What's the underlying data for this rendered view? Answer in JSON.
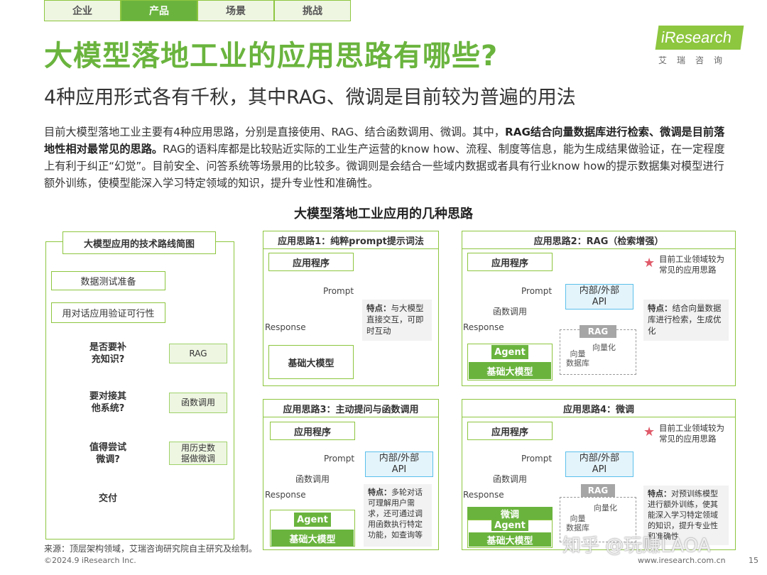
{
  "tabs": [
    "企业",
    "产品",
    "场景",
    "挑战"
  ],
  "active_tab": "产品",
  "brand": {
    "name": "iResearch",
    "sub": "艾瑞咨询",
    "color": "#8dc63f"
  },
  "title": "大模型落地工业的应用思路有哪些?",
  "subtitle": "4种应用形式各有千秋，其中RAG、微调是目前较为普遍的用法",
  "paragraph": {
    "p1": "目前大模型落地工业主要有4种应用思路，分别是直接使用、RAG、结合函数调用、微调。其中，",
    "p1_bold": "RAG结合向量数据库进行检索、微调是目前落地性相对最常见的思路。",
    "p2": "RAG的语料库都是比较贴近实际的工业生产运营的know how、流程、制度等信息，能为生成结果做验证，在一定程度上有利于纠正“幻觉”。目前安全、问答系统等场景用的比较多。微调则是会结合一些域内数据或者具有行业know how的提示数据集对模型进行额外训练，使模型能深入学习特定领域的知识，提升专业性和准确性。"
  },
  "diagram_title": "大模型落地工业应用的几种思路",
  "roadmap": {
    "title": "大模型应用的技术路线简图",
    "steps": [
      "数据测试准备",
      "用对话应用验证可行性"
    ],
    "decisions": [
      "是否要补充知识?",
      "要对接其他系统?",
      "值得尝试微调?"
    ],
    "decision_lines": [
      [
        "是否要补",
        "充知识?"
      ],
      [
        "要对接其",
        "他系统?"
      ],
      [
        "值得尝试",
        "微调?"
      ]
    ],
    "side": [
      "RAG",
      "函数调用",
      "用历史数据做微调"
    ],
    "side_lines": [
      [
        "RAG"
      ],
      [
        "函数调用"
      ],
      [
        "用历史数",
        "据做微调"
      ]
    ],
    "end": "交付"
  },
  "approaches": {
    "a1": {
      "title": "应用思路1：纯粹prompt提示词法",
      "app": "应用程序",
      "model": "基础大模型",
      "prompt": "Prompt",
      "response": "Response",
      "feature_label": "特点：",
      "feature": "与大模型直接交互，可即时互动"
    },
    "a2": {
      "title": "应用思路2：RAG（检索增强）",
      "app": "应用程序",
      "model": "基础大模型",
      "agent": "Agent",
      "prompt": "Prompt",
      "response": "Response",
      "func": "函数调用",
      "api": [
        "内部/外部",
        "API"
      ],
      "rag": "RAG",
      "vectorize": "向量化",
      "vdb": [
        "向量",
        "数据库"
      ],
      "note": [
        "目前工业领域较为",
        "常见的应用思路"
      ],
      "feature_label": "特点：",
      "feature": "结合向量数据库进行检索，生成优化"
    },
    "a3": {
      "title": "应用思路3：主动提问与函数调用",
      "app": "应用程序",
      "model": "基础大模型",
      "agent": "Agent",
      "prompt": "Prompt",
      "response": "Response",
      "func": "函数调用",
      "api": [
        "内部/外部",
        "API"
      ],
      "feature_label": "特点：",
      "feature": "多轮对话可理解用户需求，还可通过调用函数执行特定功能，如查询等"
    },
    "a4": {
      "title": "应用思路4：微调",
      "app": "应用程序",
      "model": "基础大模型",
      "agent": "Agent",
      "finetune": "微调",
      "prompt": "Prompt",
      "response": "Response",
      "func": "函数调用",
      "api": [
        "内部/外部",
        "API"
      ],
      "rag": "RAG",
      "vectorize": "向量化",
      "vdb": [
        "向量",
        "数据库"
      ],
      "note": [
        "目前工业领域较为",
        "常见的应用思路"
      ],
      "feature_label": "特点：",
      "feature": "对预训练模型进行额外训练，使其能深入学习特定领域的知识，提升专业性和准确性"
    }
  },
  "source": "来源：顶层架构领域，艾瑞咨询研究院自主研究及绘制。",
  "copyright": "©2024.9 iResearch Inc.",
  "website": "www.iresearch.com.cn",
  "page": "15",
  "watermark": "知乎 @玩赚LAOA",
  "colors": {
    "green": "#6ab43e",
    "light_green": "#8dc63f",
    "yellow": "#f5c400",
    "blue": "#5bc0eb",
    "star": "#e05a6a"
  }
}
